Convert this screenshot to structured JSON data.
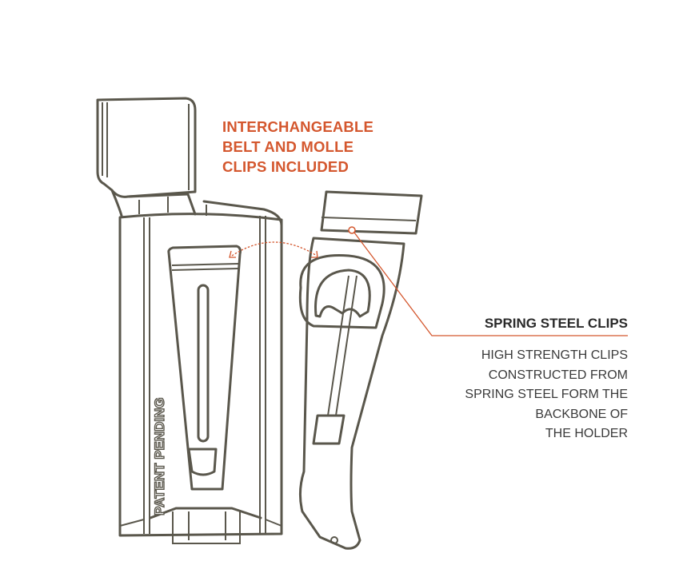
{
  "headline": {
    "lines": [
      "INTERCHANGEABLE",
      "BELT AND MOLLE",
      "CLIPS INCLUDED"
    ]
  },
  "callout": {
    "title": "SPRING STEEL CLIPS",
    "body_lines": [
      "HIGH STRENGTH CLIPS",
      "CONSTRUCTED FROM",
      "SPRING STEEL FORM THE",
      "BACKBONE OF",
      "THE HOLDER"
    ]
  },
  "product_marking": "PATENT PENDING",
  "colors": {
    "accent": "#d4572e",
    "line": "#5a574c",
    "text": "#2a2a2a"
  }
}
